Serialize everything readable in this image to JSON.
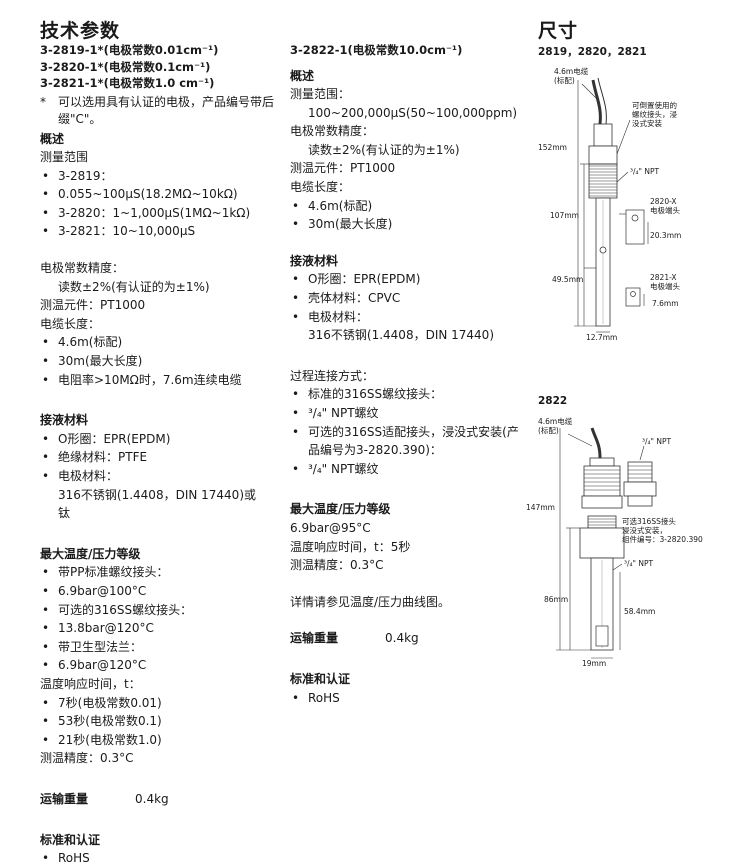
{
  "title": "技术参数",
  "dimensions_title": "尺寸",
  "left": {
    "models": [
      "3-2819-1*(电极常数0.01cm⁻¹)",
      "3-2820-1*(电极常数0.1cm⁻¹)",
      "3-2821-1*(电极常数1.0 cm⁻¹)"
    ],
    "note_mark": "*",
    "note": "可以选用具有认证的电极，产品编号带后缀\"C\"。",
    "overview": "概述",
    "range_label": "测量范围",
    "range_items": [
      "3-2819：",
      "3-2820：1~1,000μS(1MΩ~1kΩ)",
      "3-2821：10~10,000μS"
    ],
    "range_2819_value": "0.055~100μS(18.2MΩ~10kΩ)",
    "cell_accuracy_label": "电极常数精度：",
    "cell_accuracy_value": "读数±2%(有认证的为±1%)",
    "temp_element": "测温元件：PT1000",
    "cable_label": "电缆长度：",
    "cable_items": [
      "4.6m(标配)",
      "30m(最大长度)",
      "电阻率>10MΩ时，7.6m连续电缆"
    ],
    "wetted_title": "接液材料",
    "wetted_items": [
      "O形圈：EPR(EPDM)",
      "绝缘材料：PTFE",
      "电极材料："
    ],
    "electrode_material": "316不锈钢(1.4408，DIN 17440)或钛",
    "maxtp_title": "最大温度/压力等级",
    "maxtp_items": [
      "带PP标准螺纹接头：",
      "可选的316SS螺纹接头：",
      "带卫生型法兰："
    ],
    "maxtp_values": [
      "6.9bar@100°C",
      "13.8bar@120°C",
      "6.9bar@120°C"
    ],
    "response_label": "温度响应时间，t：",
    "response_items": [
      "7秒(电极常数0.01)",
      "53秒(电极常数0.1)",
      "21秒(电极常数1.0)"
    ],
    "accuracy": "测温精度：0.3°C",
    "weight_label": "运输重量",
    "weight_value": "0.4kg",
    "cert_title": "标准和认证",
    "cert_items": [
      "RoHS"
    ]
  },
  "middle": {
    "model": "3-2822-1(电极常数10.0cm⁻¹)",
    "overview": "概述",
    "range_label": "测量范围：",
    "range_value": "100~200,000μS(50~100,000ppm)",
    "cell_accuracy_label": "电极常数精度：",
    "cell_accuracy_value": "读数±2%(有认证的为±1%)",
    "temp_element": "测温元件：PT1000",
    "cable_label": "电缆长度：",
    "cable_items": [
      "4.6m(标配)",
      "30m(最大长度)"
    ],
    "wetted_title": "接液材料",
    "wetted_items": [
      "O形圈：EPR(EPDM)",
      "壳体材料：CPVC",
      "电极材料："
    ],
    "electrode_material": "316不锈钢(1.4408，DIN 17440)",
    "process_label": "过程连接方式：",
    "process_items": [
      "标准的316SS螺纹接头：",
      "可选的316SS适配接头，浸没式安装(产品编号为3-2820.390)："
    ],
    "process_values": [
      "³/₄\" NPT螺纹",
      "³/₄\" NPT螺纹"
    ],
    "maxtp_title": "最大温度/压力等级",
    "maxtp_value": "6.9bar@95°C",
    "response": "温度响应时间，t：5秒",
    "accuracy": "测温精度：0.3°C",
    "curve_note": "详情请参见温度/压力曲线图。",
    "weight_label": "运输重量",
    "weight_value": "0.4kg",
    "cert_title": "标准和认证",
    "cert_items": [
      "RoHS"
    ]
  },
  "figure1": {
    "label": "2819，2820，2821",
    "cable": "4.6m电缆",
    "cable_sub": "(标配)",
    "invert_note": [
      "可倒置使用的",
      "螺纹接头，浸",
      "没式安装"
    ],
    "dim_total": "152mm",
    "npt": "³/₄\" NPT",
    "dim_107": "107mm",
    "tip_2820": [
      "2820-X",
      "电极端头"
    ],
    "dim_203": "20.3mm",
    "dim_495": "49.5mm",
    "tip_2821": [
      "2821-X",
      "电极端头"
    ],
    "dim_76": "7.6mm",
    "dim_127": "12.7mm"
  },
  "figure2": {
    "label": "2822",
    "cable": "4.6m电缆",
    "cable_sub": "(标配)",
    "npt_top": "³/₄\" NPT",
    "dim_total": "147mm",
    "adapter_note": [
      "可选316SS接头",
      "浸没式安装，",
      "组件编号：3-2820.390"
    ],
    "npt_mid": "³/₄\" NPT",
    "dim_86": "86mm",
    "dim_584": "58.4mm",
    "dim_19": "19mm"
  }
}
